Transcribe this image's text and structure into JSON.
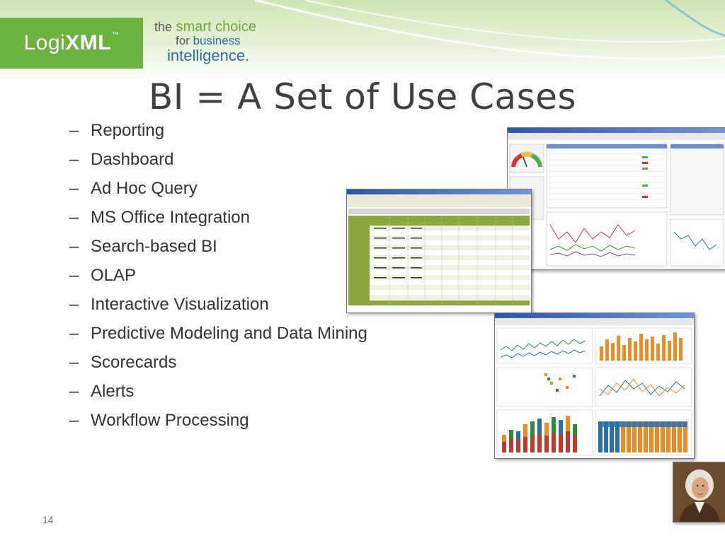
{
  "header": {
    "logo_text": "Logi",
    "logo_bold": "XML",
    "logo_tm": "™",
    "tagline_the": "the",
    "tagline_smart": "smart choice",
    "tagline_for": "for",
    "tagline_business": "business",
    "tagline_intelligence": "intelligence."
  },
  "slide": {
    "title": "BI = A Set of Use Cases",
    "dash": "–",
    "bullets": [
      "Reporting",
      "Dashboard",
      "Ad Hoc Query",
      "MS Office Integration",
      "Search-based BI",
      "OLAP",
      "Interactive Visualization",
      "Predictive Modeling and Data Mining",
      "Scorecards",
      "Alerts",
      "Workflow Processing"
    ],
    "page_number": "14"
  },
  "theme": {
    "brand_green": "#6bb23e",
    "brand_blue": "#2a70a8",
    "text": "#333333"
  },
  "images": {
    "dashboard_screenshot": "dashboard-screenshot",
    "olap_report_screenshot": "olap-report-viewer-screenshot",
    "training_dashboard_screenshot": "training-dashboard-screenshot",
    "portrait": "portrait-painting"
  }
}
